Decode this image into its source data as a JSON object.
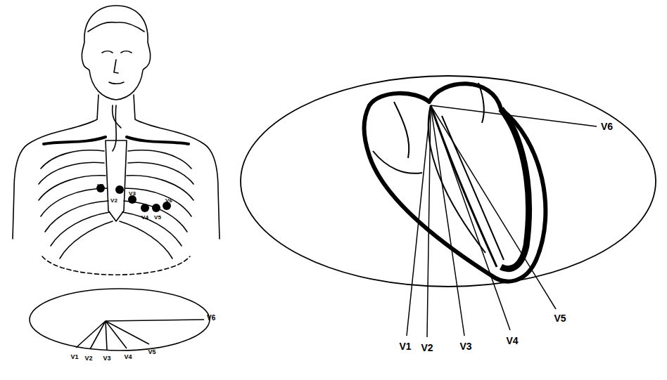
{
  "diagram": {
    "labels": [
      "V1",
      "V2",
      "V3",
      "V4",
      "V5",
      "V6",
      "V1",
      "V2",
      "V3",
      "V4",
      "V5",
      "V6",
      "V1",
      "V2",
      "V3",
      "V4",
      "V5",
      "V6"
    ]
  }
}
